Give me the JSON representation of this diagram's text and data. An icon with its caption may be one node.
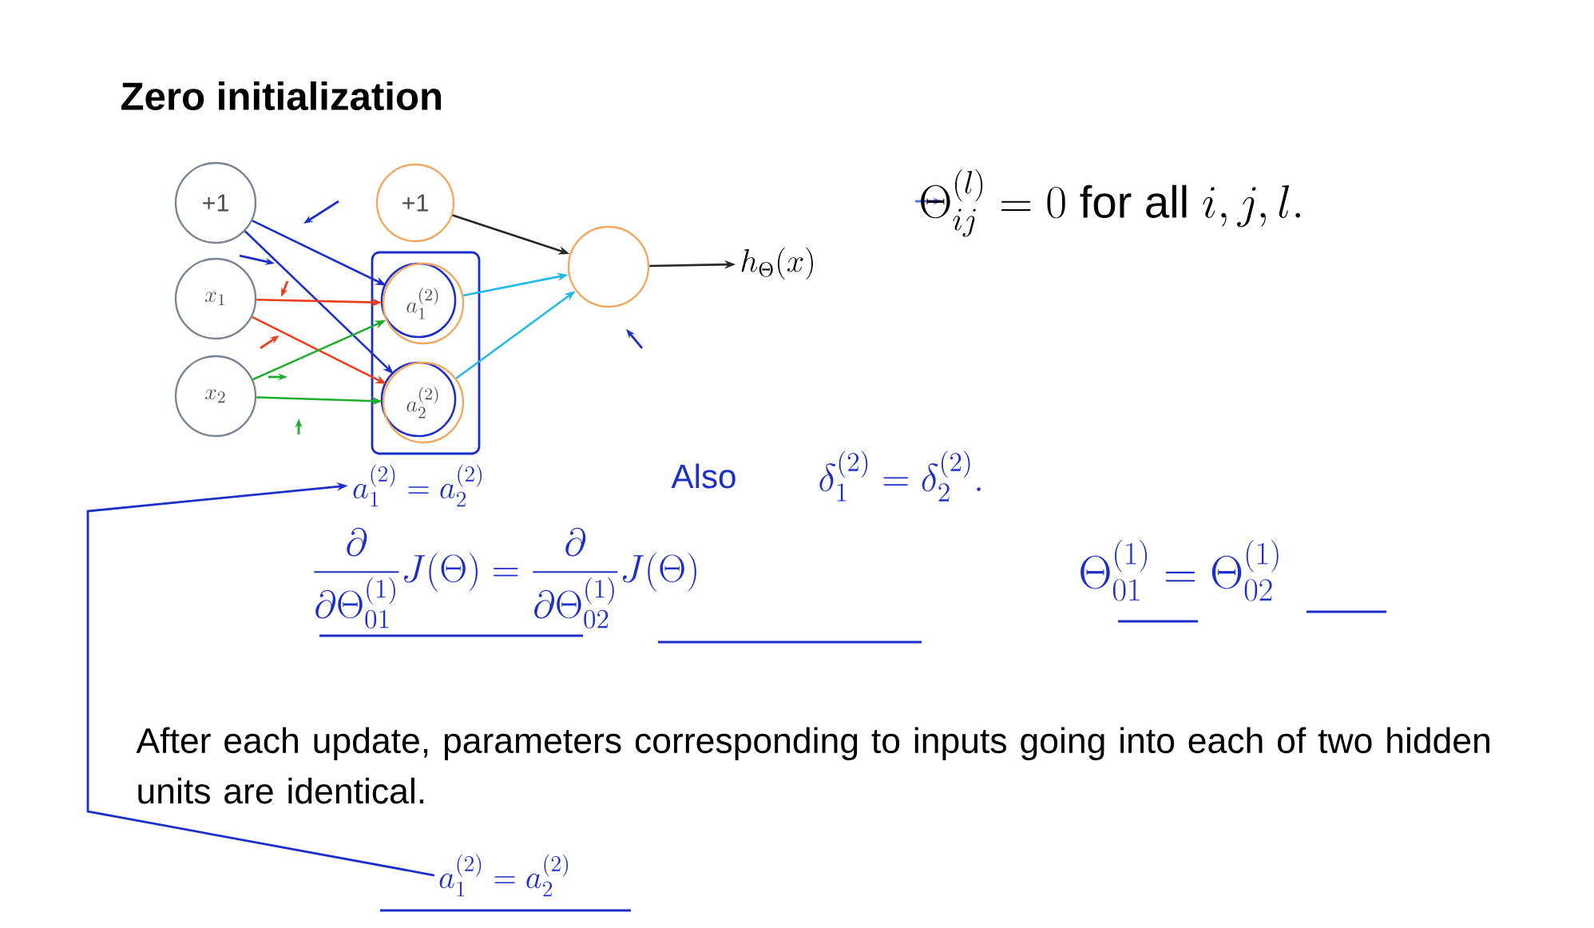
{
  "diagram": {
    "title": "Zero initialization",
    "nodes": [
      {
        "text": [
          "+1"
        ]
      },
      {
        "text": [
          "x_1"
        ]
      },
      {
        "text": [
          "x_2"
        ]
      },
      {
        "text": [
          "+1"
        ]
      },
      {
        "text": [
          "a^{(2)}_1"
        ]
      },
      {
        "text": [
          "a^{(2)}_2"
        ]
      },
      {
        "text": [],
        "shape": "circle"
      },
      {
        "text": [
          "h_\\Theta(x)"
        ]
      },
      {
        "text": [
          "a^{(2)}_1 = a^{(2)}_2"
        ]
      },
      {
        "text": [
          "a^{(2)}_1 = a^{(2)}_2"
        ]
      }
    ],
    "edges": [
      {
        "from": 0,
        "to": 4,
        "arrow": "to",
        "color": "#1c2fc8"
      },
      {
        "from": 0,
        "to": 5,
        "arrow": "to",
        "color": "#1c2fc8"
      },
      {
        "from": 1,
        "to": 4,
        "arrow": "to",
        "color": "#e8401c"
      },
      {
        "from": 1,
        "to": 5,
        "arrow": "to",
        "color": "#e8401c"
      },
      {
        "from": 2,
        "to": 4,
        "arrow": "to",
        "color": "#1fae2c"
      },
      {
        "from": 2,
        "to": 5,
        "arrow": "to",
        "color": "#1fae2c"
      },
      {
        "from": 3,
        "to": 6,
        "arrow": "to",
        "color": "#262626"
      },
      {
        "from": 4,
        "to": 6,
        "arrow": "to",
        "color": "#22b8e8"
      },
      {
        "from": 5,
        "to": 6,
        "arrow": "to",
        "color": "#22b8e8"
      },
      {
        "from": 6,
        "to": 7,
        "arrow": "to",
        "color": "#262626"
      },
      {
        "from": 8,
        "to": 9,
        "arrow": "to",
        "color": "#1c2fc8"
      }
    ],
    "labels": [
      "\\Theta^{(l)}_{ij} = 0 \\text{ for all } i, j, l.",
      "\\text{Also}",
      "\\delta^{(2)}_1 = \\delta^{(2)}_2 .",
      "\\frac{\\partial}{\\partial \\Theta^{(1)}_{01}} J(\\Theta) = \\frac{\\partial}{\\partial \\Theta^{(1)}_{02}} J(\\Theta)",
      "\\Theta^{(1)}_{01} = \\Theta^{(1)}_{02}",
      "After each update, parameters corresponding to inputs going into each of two hidden units are identical."
    ]
  }
}
